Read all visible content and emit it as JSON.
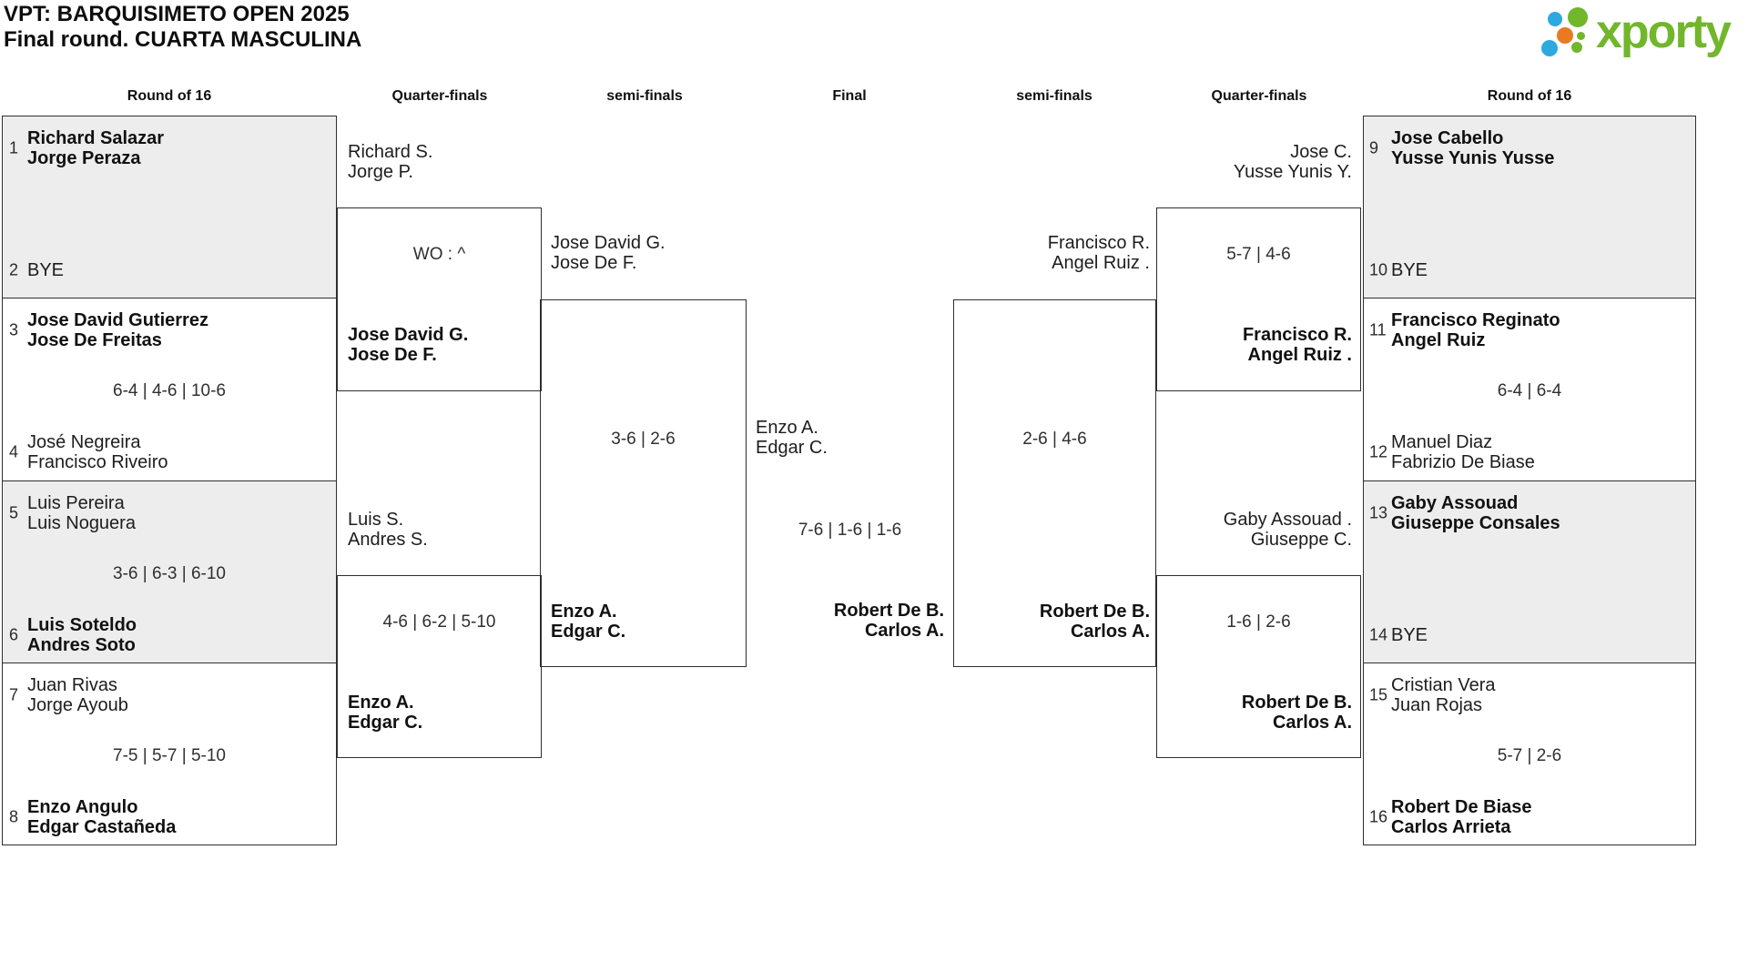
{
  "title": {
    "line1": "VPT: BARQUISIMETO OPEN 2025",
    "line2": "Final round. CUARTA MASCULINA"
  },
  "logo": {
    "wordmark": "xporty"
  },
  "colors": {
    "logo_green": "#72b62c",
    "logo_orange": "#e87a22",
    "logo_blue": "#2ea9e0",
    "box_gray": "#ededed",
    "border": "#2e2e2e"
  },
  "headers": [
    "Round of 16",
    "Quarter-finals",
    "semi-finals",
    "Final",
    "semi-finals",
    "Quarter-finals",
    "Round of 16"
  ],
  "r16_left": [
    {
      "seed_top": "1",
      "top": [
        "Richard Salazar",
        "Jorge Peraza"
      ],
      "score": "",
      "seed_bottom": "2",
      "bottom": [
        "BYE"
      ]
    },
    {
      "seed_top": "3",
      "top": [
        "Jose David Gutierrez",
        "Jose De Freitas"
      ],
      "score": "6-4 | 4-6 | 10-6",
      "seed_bottom": "4",
      "bottom": [
        "José Negreira",
        "Francisco Riveiro"
      ]
    },
    {
      "seed_top": "5",
      "top": [
        "Luis Pereira",
        "Luis Noguera"
      ],
      "score": "3-6 | 6-3 | 6-10",
      "seed_bottom": "6",
      "bottom": [
        "Luis Soteldo",
        "Andres Soto"
      ]
    },
    {
      "seed_top": "7",
      "top": [
        "Juan Rivas",
        "Jorge Ayoub"
      ],
      "score": "7-5 | 5-7 | 5-10",
      "seed_bottom": "8",
      "bottom": [
        "Enzo Angulo",
        "Edgar Castañeda"
      ]
    }
  ],
  "r16_right": [
    {
      "seed_top": "9",
      "top": [
        "Jose Cabello",
        "Yusse Yunis Yusse"
      ],
      "score": "",
      "seed_bottom": "10",
      "bottom": [
        "BYE"
      ]
    },
    {
      "seed_top": "11",
      "top": [
        "Francisco Reginato",
        "Angel Ruiz"
      ],
      "score": "6-4 | 6-4",
      "seed_bottom": "12",
      "bottom": [
        "Manuel Diaz",
        "Fabrizio De Biase"
      ]
    },
    {
      "seed_top": "13",
      "top": [
        "Gaby Assouad",
        "Giuseppe Consales"
      ],
      "score": "",
      "seed_bottom": "14",
      "bottom": [
        "BYE"
      ]
    },
    {
      "seed_top": "15",
      "top": [
        "Cristian Vera",
        "Juan Rojas"
      ],
      "score": "5-7 | 2-6",
      "seed_bottom": "16",
      "bottom": [
        "Robert De Biase",
        "Carlos Arrieta"
      ]
    }
  ],
  "qf_left": [
    {
      "top": [
        "Richard S.",
        "Jorge P."
      ],
      "score": "WO : ^",
      "winner": [
        "Jose David G.",
        "Jose De F."
      ]
    },
    {
      "top": [
        "Luis S.",
        "Andres S."
      ],
      "score": "4-6 | 6-2 | 5-10",
      "winner": [
        "Enzo A.",
        "Edgar C."
      ]
    }
  ],
  "qf_right": [
    {
      "top": [
        "Jose C.",
        "Yusse Yunis Y."
      ],
      "score": "5-7 | 4-6",
      "winner": [
        "Francisco R.",
        "Angel Ruiz ."
      ]
    },
    {
      "top": [
        "Gaby Assouad .",
        "Giuseppe C."
      ],
      "score": "1-6 | 2-6",
      "winner": [
        "Robert De B.",
        "Carlos A."
      ]
    }
  ],
  "sf_left": {
    "top": [
      "Jose David G.",
      "Jose De F."
    ],
    "score": "3-6 | 2-6",
    "winner": [
      "Enzo A.",
      "Edgar C."
    ]
  },
  "sf_right": {
    "top": [
      "Francisco R.",
      "Angel Ruiz ."
    ],
    "score": "2-6 | 4-6",
    "winner": [
      "Robert De B.",
      "Carlos A."
    ]
  },
  "final": {
    "top": [
      "Enzo A.",
      "Edgar C."
    ],
    "score": "7-6 | 1-6 | 1-6",
    "winner": [
      "Robert De B.",
      "Carlos A."
    ]
  }
}
